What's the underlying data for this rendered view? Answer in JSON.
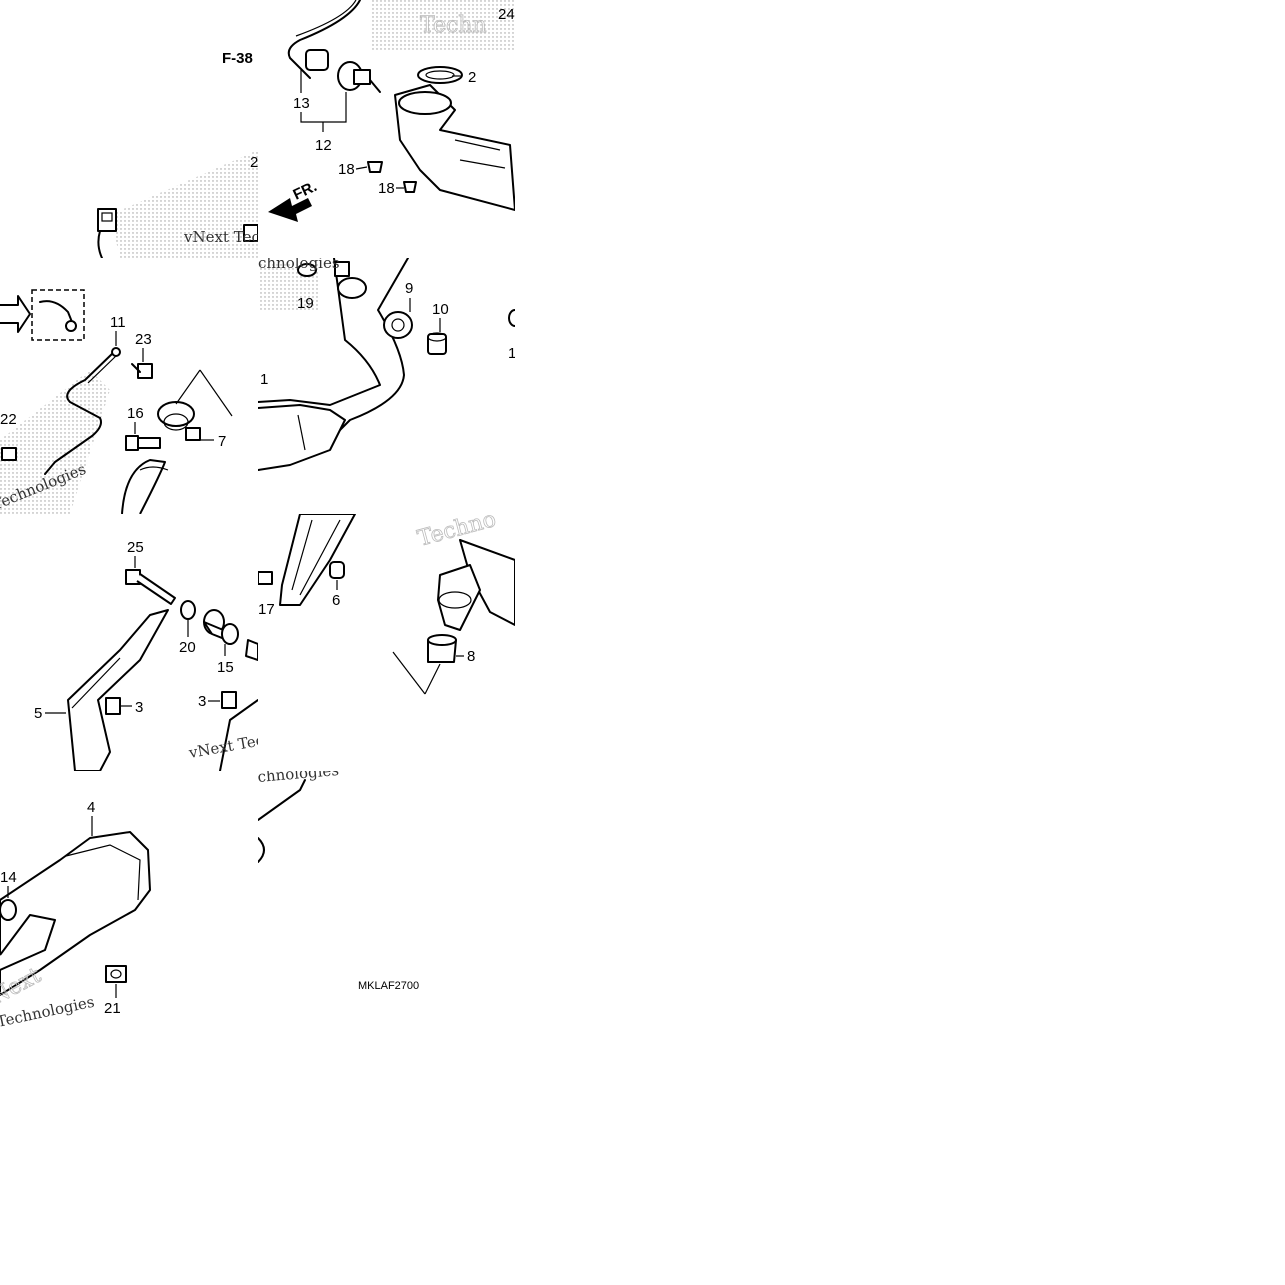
{
  "diagram": {
    "page_ref": "F-38",
    "direction_marker": "FR.",
    "drawing_code": "MKLAF2700",
    "watermark_text": "vNext Technologies",
    "watermark_fragments": [
      "Techn",
      "Technologies",
      "Techno",
      "Technologies",
      "chnologies"
    ],
    "callouts": [
      "1",
      "2",
      "3",
      "3",
      "4",
      "5",
      "6",
      "7",
      "8",
      "9",
      "10",
      "11",
      "12",
      "13",
      "14",
      "15",
      "16",
      "17",
      "18",
      "18",
      "19",
      "20",
      "21",
      "22",
      "23",
      "24",
      "25"
    ]
  }
}
